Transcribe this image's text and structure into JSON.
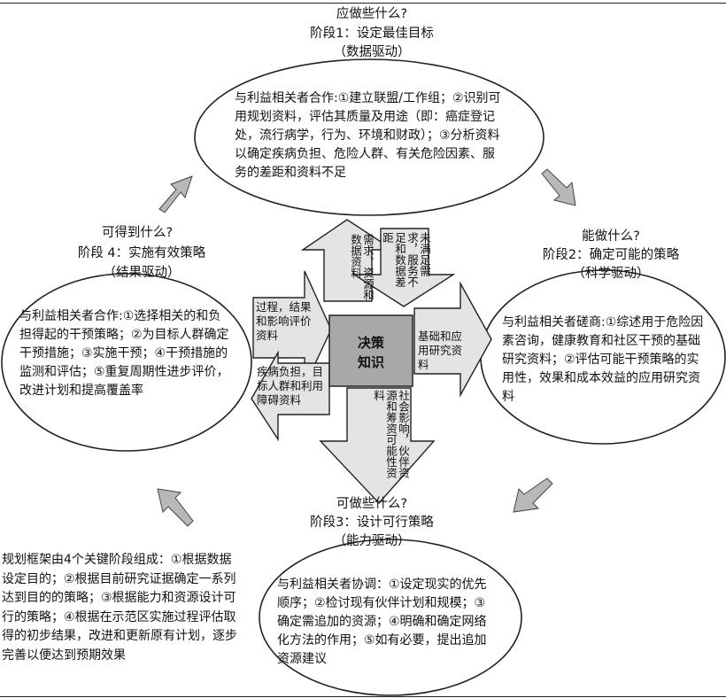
{
  "top_rule": "",
  "stage1": {
    "question": "应做些什么?",
    "title": "阶段1：设定最佳目标",
    "driver": "（数据驱动）",
    "content": "与利益相关者合作:①建立联盟/工作组；②识别可用规划资料，评估其质量及用途（即：癌症登记处，流行病学，行为、环境和财政）；③分析资料以确定疾病负担、危险人群、有关危险因素、服务的差距和资料不足"
  },
  "stage2": {
    "question": "能做什么?",
    "title": "阶段2：确定可能的策略",
    "driver": "（科学驱动）",
    "content": "与利益相关者磋商:①综述用于危险因素咨询，健康教育和社区干预的基础研究资料；②评估可能干预策略的实用性，效果和成本效益的应用研究资料"
  },
  "stage3": {
    "question": "可做些什么?",
    "title": "阶段3：设计可行策略",
    "driver": "（能力驱动）",
    "content": "与利益相关者协调：①设定现实的优先顺序；②检讨现有伙伴计划和规模；③确定需追加的资源；④明确和确定网络化方法的作用；⑤如有必要，提出追加资源建议"
  },
  "stage4": {
    "question": "可得到什么?",
    "title": "阶段 4：实施有效策略",
    "driver": "（结果驱动）",
    "content": "与利益相关者合作:①选择相关的和负担得起的干预策略；②为目标人群确定干预措施；③实施干预；④干预措施的监测和评估；⑤重复周期性进步评价，改进计划和提高覆盖率"
  },
  "center": {
    "label": "决策知识",
    "line1": "决策",
    "line2": "知识"
  },
  "arrows": {
    "up_left": "需求、资源和数据资料",
    "down_top": "未满足需求，服务不足和数据差距",
    "right": "基础和应用研究资料",
    "down_bottom": "社会影响，伙伴资源和筹资可能性资料",
    "left_top": "过程，结果和影响评价资料",
    "left_bottom": "疾病负担，目标人群和利用障碍资料"
  },
  "note": "规划框架由4个关键阶段组成：①根据数据设定目的；②根据目前研究证据确定一系列达到目的的策略；③根据能力和资源设计可行的策略；④根据在示范区实施过程评估取得的初步结果，改进和更新原有计划，逐步完善以便达到预期效果",
  "colors": {
    "arrow_fill": "#e4e4e4",
    "center_fill": "#a8a8a8",
    "cycle_arrow_fill": "#b8b8b8",
    "stroke": "#222222"
  }
}
